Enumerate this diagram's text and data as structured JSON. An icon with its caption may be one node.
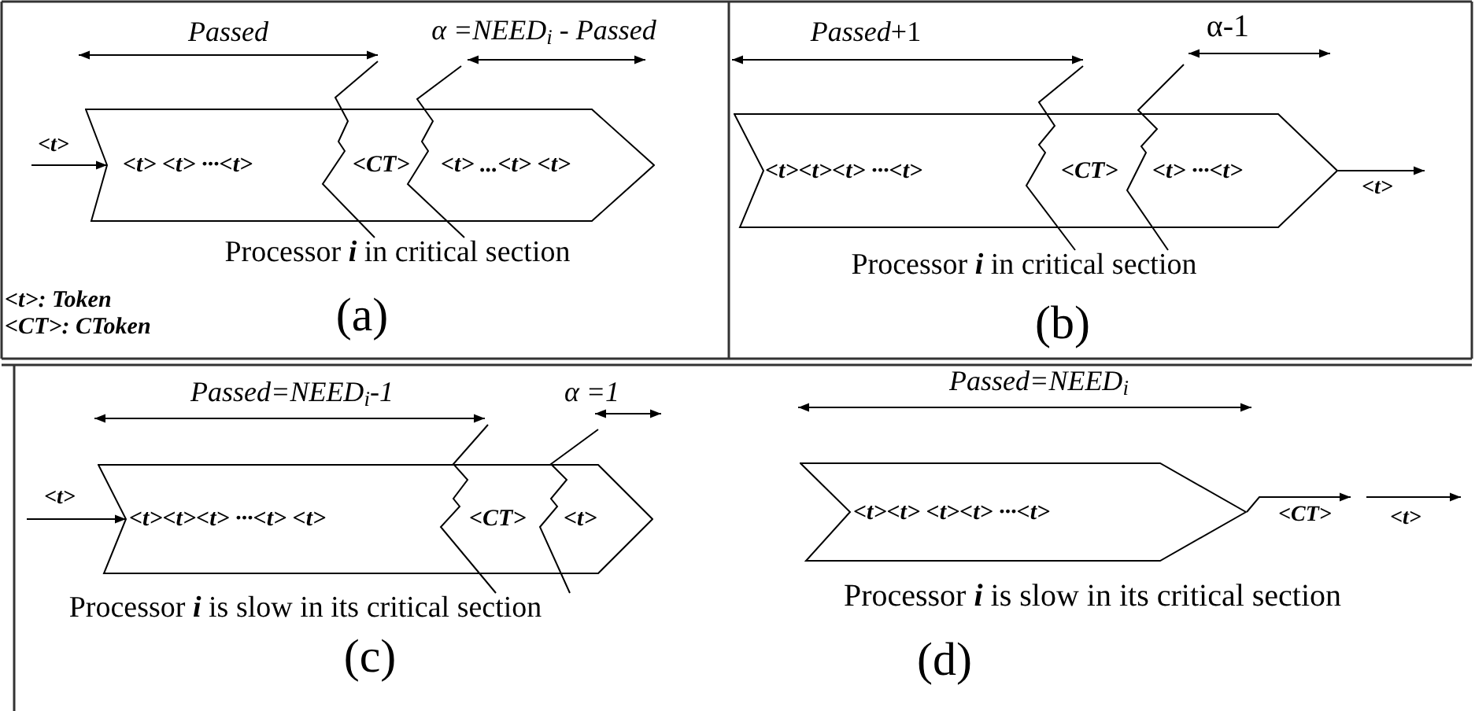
{
  "diagram": {
    "nodes": [
      {
        "text": [
          "<t> <t> ···<t>",
          "<CT>",
          "<t> ...<t> <t>"
        ]
      },
      {
        "text": [
          "Processor **i** in critical section"
        ]
      },
      {
        "text": [
          "<t><t><t> ···<t>",
          "<CT>",
          "<t> ···<t>"
        ]
      },
      {
        "text": [
          "Processor **i**  in critical section"
        ]
      },
      {
        "text": [
          "<t><t><t> ···<t> <t>",
          "<CT>",
          "<t>"
        ]
      },
      {
        "text": [
          "Processor **i**  is slow in its critical section"
        ]
      },
      {
        "text": [
          "<t><t> <t><t> ···<t>"
        ],
        "beside": [
          "Processor **i**  is slow in its critical section"
        ]
      }
    ],
    "edges": [
      {
        "from": null,
        "to": 0,
        "arrow": "to",
        "label": "<t>"
      },
      {
        "from": 1,
        "to": null,
        "arrow": "none"
      },
      {
        "from": 1,
        "to": null,
        "arrow": "none"
      },
      {
        "from": 2,
        "to": null,
        "arrow": "to",
        "label": "<t>"
      },
      {
        "from": 3,
        "to": null,
        "arrow": "none"
      },
      {
        "from": 3,
        "to": null,
        "arrow": "none"
      },
      {
        "from": null,
        "to": 4,
        "arrow": "to",
        "label": "<t>"
      },
      {
        "from": 5,
        "to": null,
        "arrow": "none"
      },
      {
        "from": 5,
        "to": null,
        "arrow": "none"
      },
      {
        "from": 6,
        "to": null,
        "arrow": "to",
        "label": "<CT>"
      }
    ],
    "labels": [
      "Passed",
      "α =NEED$_{i}$ - Passed",
      "*Passed*+1",
      "α-1",
      "<t>: Token",
      "<CT>: CToken",
      "(a)",
      "(b)",
      "Passed=NEED$_{i}$-1",
      "α =1",
      "Passed=NEED$_{i}$",
      "<t>",
      "(c)",
      "(d)"
    ]
  }
}
